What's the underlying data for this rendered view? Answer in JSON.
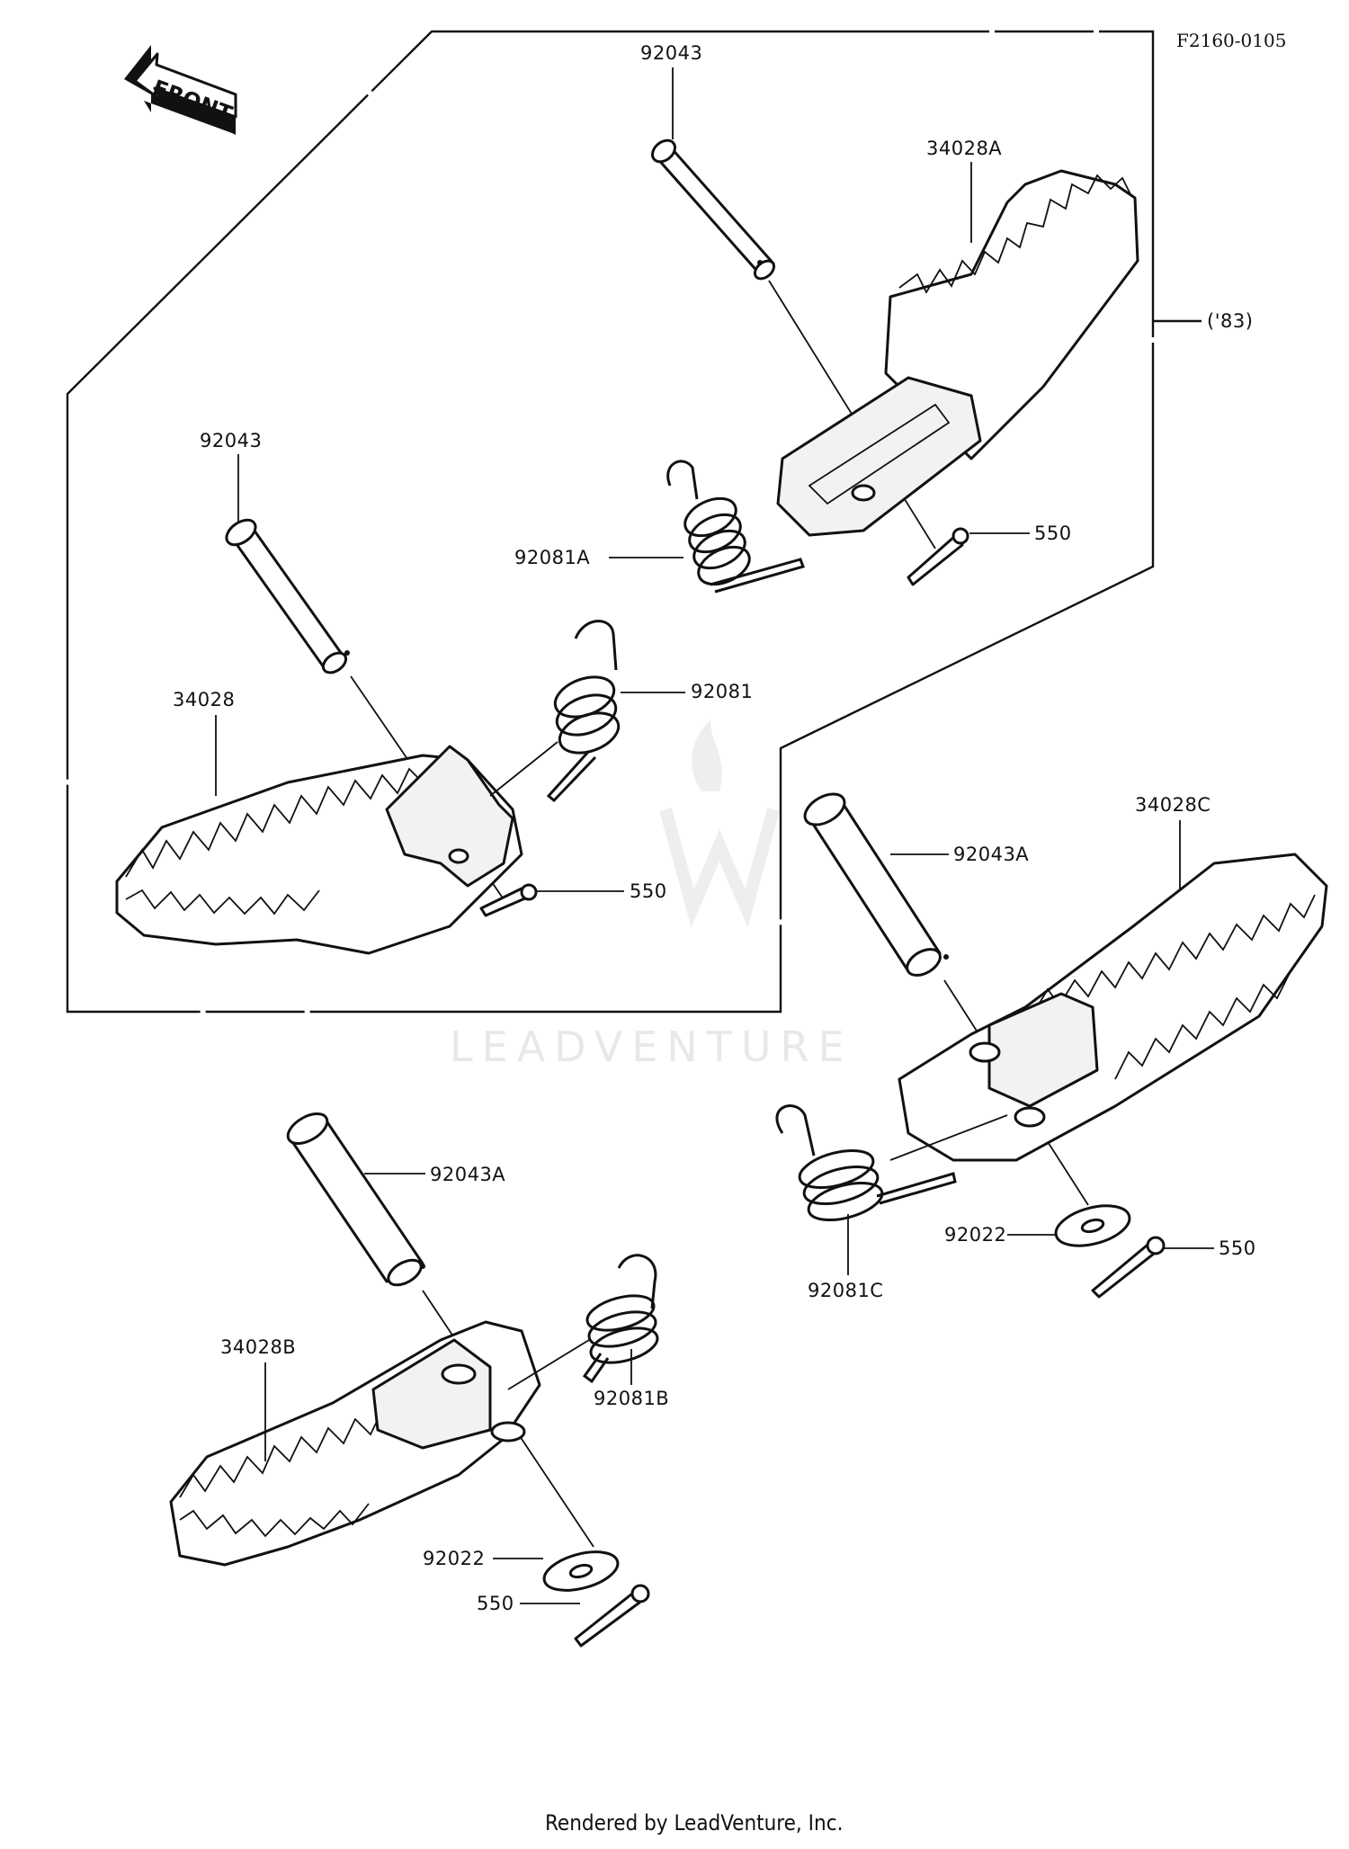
{
  "diagram_code": "F2160-0105",
  "front_label": "FRONT",
  "group_note": "('83)",
  "footer": "Rendered by LeadVenture, Inc.",
  "watermark": "LEADVENTURE",
  "labels": {
    "pin_a_top": "92043",
    "step_83": "34028A",
    "spring_83": "92081A",
    "cotter_83": "550",
    "pin_left": "92043",
    "step_left": "34028",
    "spring_left": "92081",
    "cotter_left": "550",
    "pin_right": "92043A",
    "step_right": "34028C",
    "spring_right": "92081C",
    "washer_right": "92022",
    "cotter_right": "550",
    "pin_bottom": "92043A",
    "step_bottom": "34028B",
    "spring_bottom": "92081B",
    "washer_bottom": "92022",
    "cotter_bottom": "550"
  },
  "colors": {
    "line": "#111111",
    "background": "#ffffff",
    "watermark": "#e6e6e6"
  }
}
